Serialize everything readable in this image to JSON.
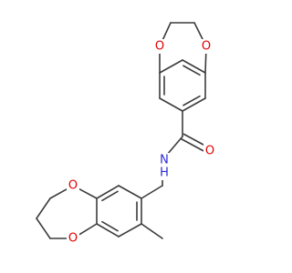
{
  "molecule": {
    "atoms": {
      "o1": {
        "symbol": "O",
        "color": "#e00000"
      },
      "o2": {
        "symbol": "O",
        "color": "#e00000"
      },
      "o3": {
        "symbol": "O",
        "color": "#e00000"
      },
      "o4": {
        "symbol": "O",
        "color": "#e00000"
      },
      "o5": {
        "symbol": "O",
        "color": "#e00000"
      },
      "n1": {
        "symbol": "N",
        "color": "#2a2ad6"
      },
      "h1": {
        "symbol": "H",
        "color": "#2a2ad6"
      }
    },
    "bond_color": "#3c3c3c"
  }
}
